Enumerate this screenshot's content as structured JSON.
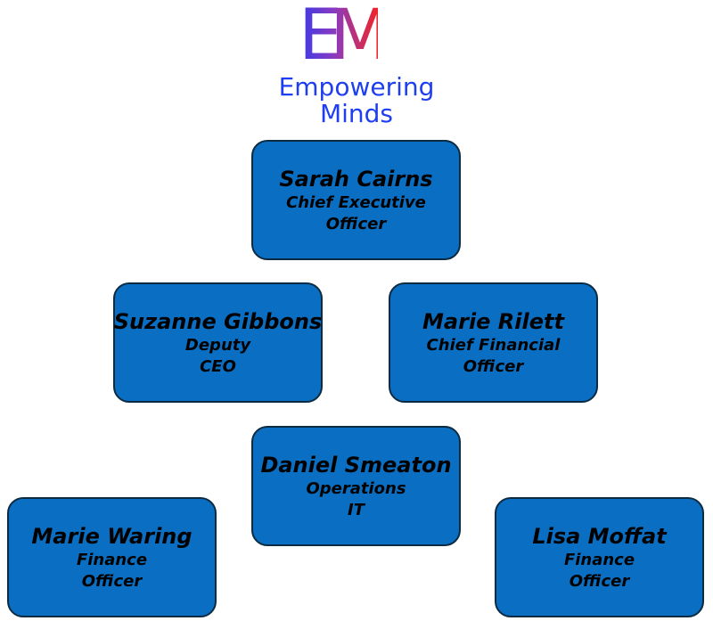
{
  "logo": {
    "monogram": "EM",
    "line1": "Empowering",
    "line2": "Minds"
  },
  "people": [
    {
      "name": "Sarah Cairns",
      "role1": "Chief Executive",
      "role2": "Officer"
    },
    {
      "name": "Suzanne Gibbons",
      "role1": "Deputy",
      "role2": "CEO"
    },
    {
      "name": "Marie Rilett",
      "role1": "Chief Financial",
      "role2": "Officer"
    },
    {
      "name": "Daniel Smeaton",
      "role1": "Operations",
      "role2": "IT"
    },
    {
      "name": "Marie Waring",
      "role1": "Finance",
      "role2": "Officer"
    },
    {
      "name": "Lisa Moffat",
      "role1": "Finance",
      "role2": "Officer"
    }
  ],
  "colors": {
    "box": "#0a6ec2",
    "border": "#0b2b42",
    "logo_blue": "#1e3ef0",
    "logo_red": "#f0262a"
  }
}
